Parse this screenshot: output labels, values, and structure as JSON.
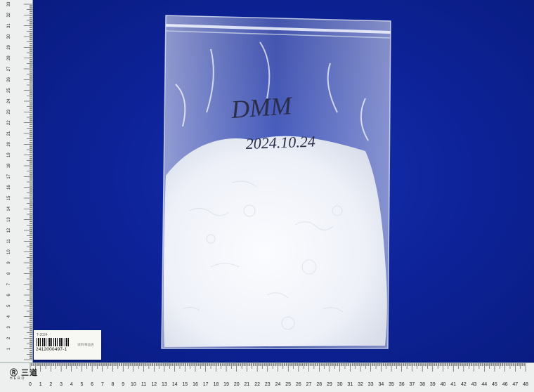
{
  "scene": {
    "background_color": "#0d2297",
    "subject": "sealed clear bag of white powder"
  },
  "handwriting": {
    "line1": "DMM",
    "line2": "2024.10.24"
  },
  "label_tag": {
    "small_text": "T-2024",
    "barcode_number": "2412000497-1",
    "side_note": "试剂/样品名"
  },
  "ruler": {
    "brand": "Ⓡ 三道",
    "brand_sub": "HERO"
  },
  "icons": {
    "barcode": "barcode-icon"
  }
}
